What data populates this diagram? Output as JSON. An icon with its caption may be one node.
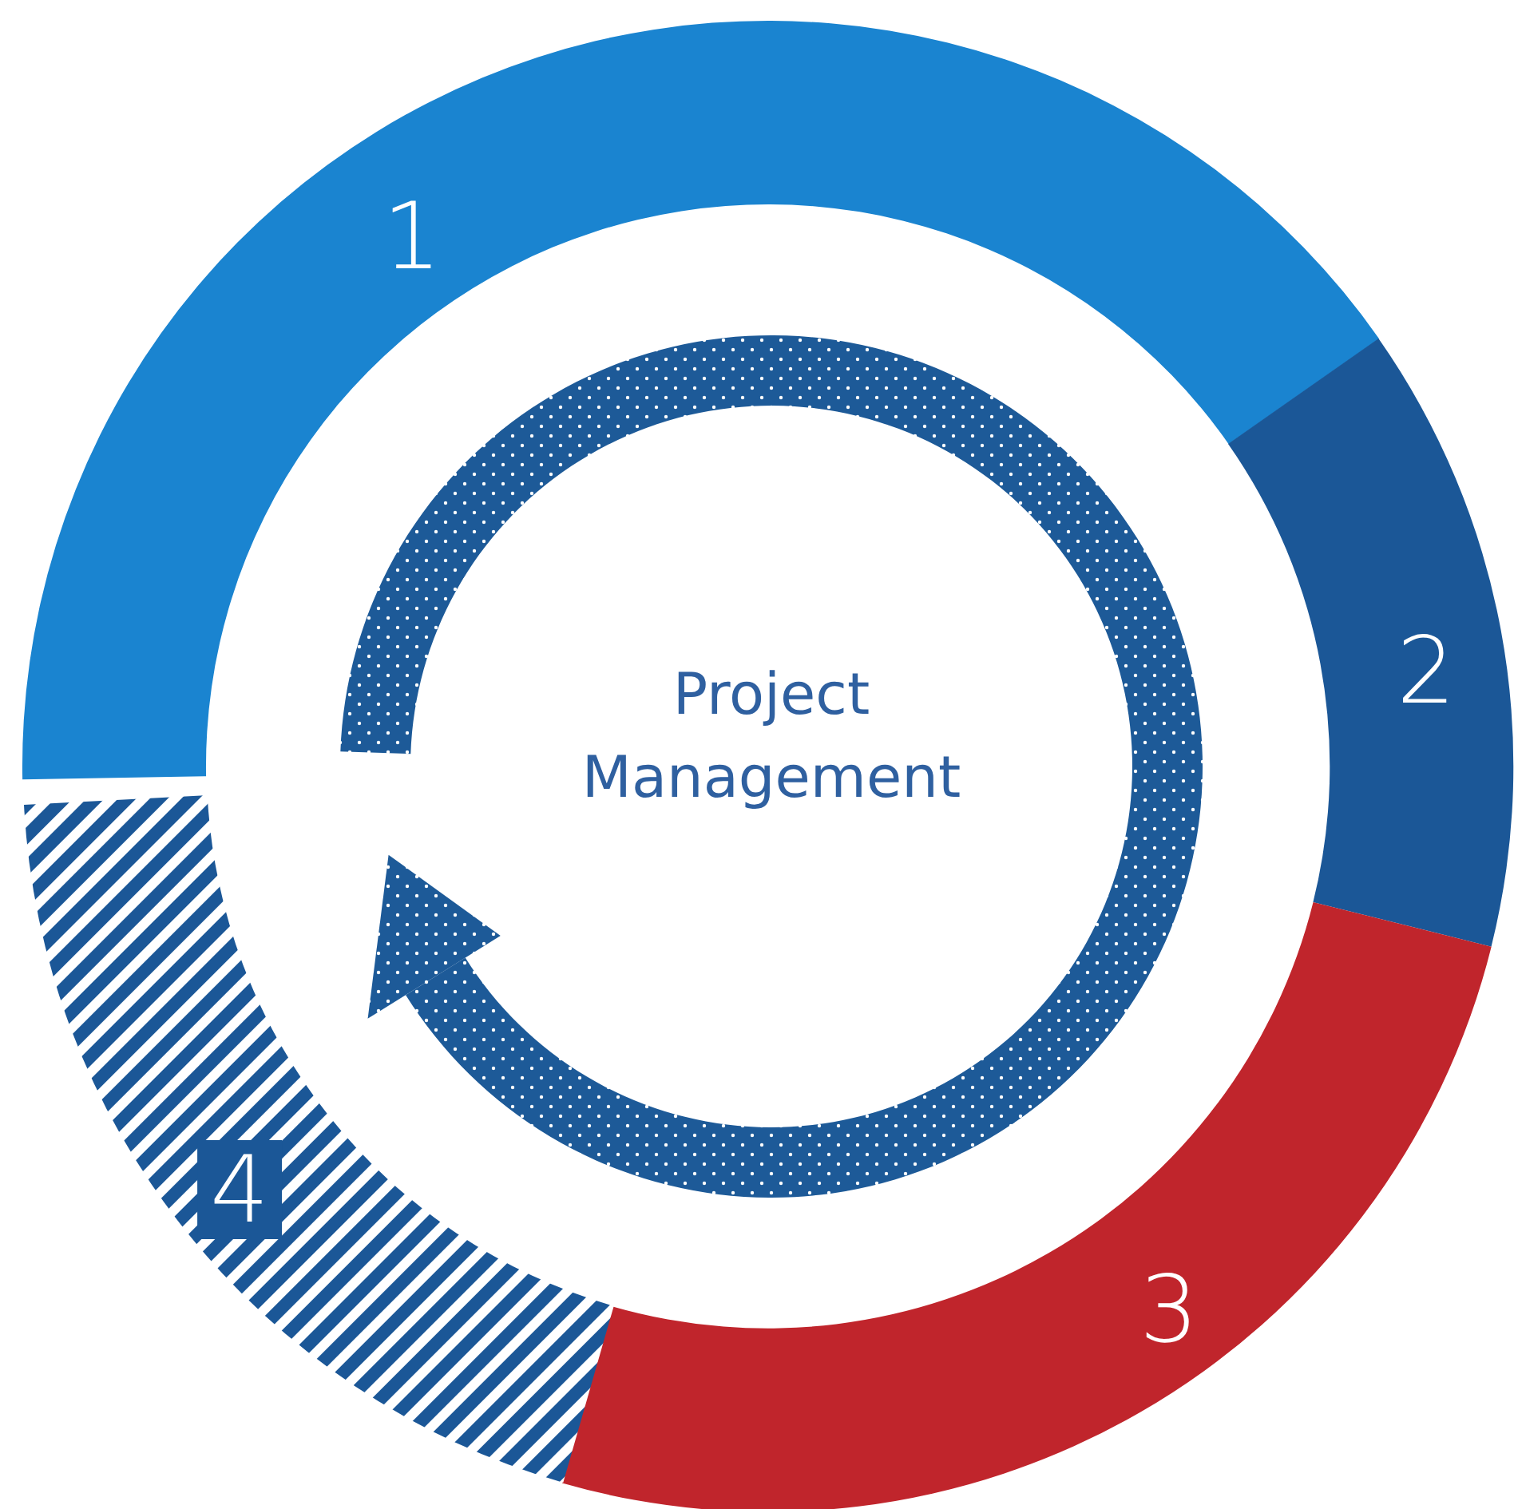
{
  "diagram": {
    "nodes": [
      {
        "text": [
          "1"
        ]
      },
      {
        "text": [
          "2"
        ]
      },
      {
        "text": [
          "3"
        ]
      },
      {
        "text": [
          "4"
        ]
      }
    ],
    "labels": [
      "Project Management"
    ]
  }
}
